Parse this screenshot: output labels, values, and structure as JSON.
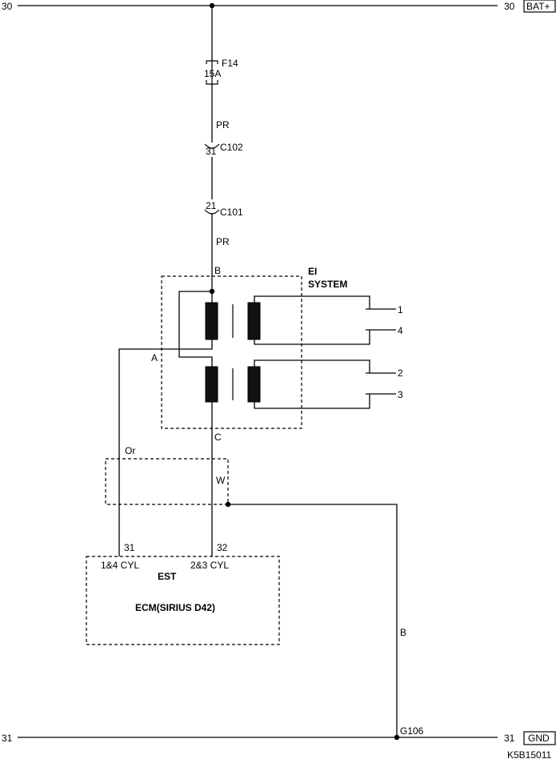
{
  "rails": {
    "top_left_num": "30",
    "top_right_num": "30",
    "top_label": "BAT+",
    "bottom_left_num": "31",
    "bottom_right_num": "31",
    "bottom_label": "GND"
  },
  "fuse": {
    "name": "F14",
    "rating": "15A"
  },
  "wires": {
    "pr_upper": "PR",
    "pr_lower": "PR",
    "orange": "Or",
    "white": "W",
    "black": "B"
  },
  "connectors": {
    "c102_name": "C102",
    "c102_pin": "31",
    "c101_name": "C101",
    "c101_pin": "21"
  },
  "ei_system": {
    "title_line1": "EI",
    "title_line2": "SYSTEM",
    "terminal_b": "B",
    "terminal_a": "A",
    "terminal_c": "C",
    "cylinders": [
      "1",
      "4",
      "2",
      "3"
    ]
  },
  "ecm": {
    "pin_31": "31",
    "pin_32": "32",
    "label_14cyl": "1&4 CYL",
    "label_23cyl": "2&3 CYL",
    "est": "EST",
    "name": "ECM(SIRIUS D42)"
  },
  "ground": {
    "name": "G106"
  },
  "figure_code": "K5B15011"
}
